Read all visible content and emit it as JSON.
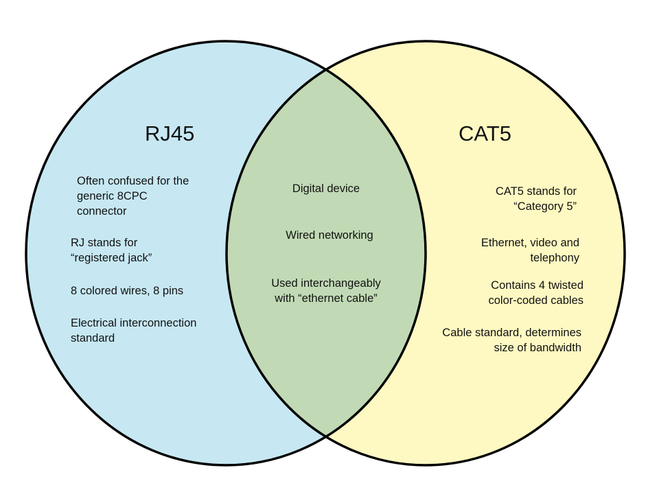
{
  "diagram": {
    "type": "venn",
    "colors": {
      "left_fill": "#c7e8f3",
      "right_fill": "#fef9c2",
      "overlap_fill": "#c1dab5",
      "stroke": "#000000"
    },
    "left": {
      "title": "RJ45",
      "items": [
        [
          "Often confused for the",
          "generic 8CPC",
          "connector"
        ],
        [
          "RJ stands for",
          "“registered jack”"
        ],
        [
          "8 colored wires, 8 pins"
        ],
        [
          "Electrical interconnection",
          "standard"
        ]
      ]
    },
    "overlap": {
      "items": [
        [
          "Digital device"
        ],
        [
          "Wired networking"
        ],
        [
          "Used interchangeably",
          "with “ethernet cable”"
        ]
      ]
    },
    "right": {
      "title": "CAT5",
      "items": [
        [
          "CAT5 stands for",
          "“Category 5”"
        ],
        [
          "Ethernet, video and",
          "telephony"
        ],
        [
          "Contains 4 twisted",
          "color-coded cables"
        ],
        [
          "Cable standard, determines",
          "size of bandwidth"
        ]
      ]
    }
  }
}
